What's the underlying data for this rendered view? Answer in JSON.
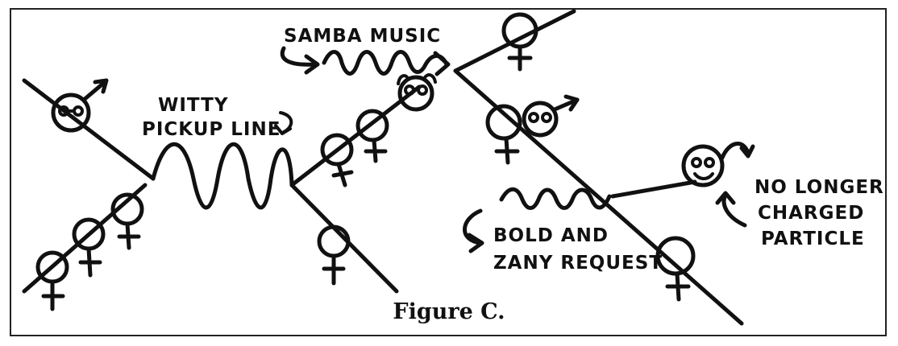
{
  "labels": {
    "samba_music": "SAMBA MUSIC",
    "witty_line1": "WITTY",
    "witty_line2": "PICKUP LINE",
    "bold_line1": "BOLD AND",
    "bold_line2": "ZANY REQUEST",
    "charged_line1": "NO LONGER",
    "charged_line2": "CHARGED",
    "charged_line3": "PARTICLE"
  },
  "caption": "Figure C."
}
